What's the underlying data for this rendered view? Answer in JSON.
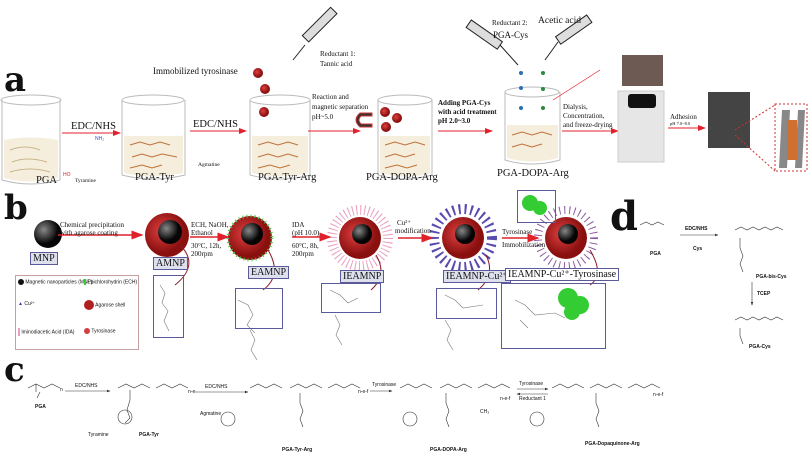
{
  "panel_letters": {
    "a": "a",
    "b": "b",
    "c": "c",
    "d": "d"
  },
  "panel_a": {
    "beakers": [
      "PGA",
      "PGA-Tyr",
      "PGA-Tyr-Arg",
      "PGA-DOPA-Arg",
      "PGA-DOPA-Arg"
    ],
    "step1": {
      "reagent": "EDC/NHS",
      "molecule": "Tyramine",
      "oh": "HO",
      "nh2": "NH₂"
    },
    "step2": {
      "reagent": "EDC/NHS",
      "molecule": "Agmatine"
    },
    "immobilized": "Immobilized tyrosinase",
    "reductant1": [
      "Reductant 1:",
      "Tannic acid"
    ],
    "step3": [
      "Reaction and",
      "magnetic separation",
      "pH~5.0"
    ],
    "reductant2": [
      "Reductant 2:",
      "PGA-Cys"
    ],
    "acetic": "Acetic acid",
    "step4": [
      "Adding PGA-Cys",
      "with acid treatment",
      "pH 2.0~3.0"
    ],
    "step5": [
      "Dialysis,",
      "Concentration,",
      "and freeze-drying"
    ],
    "step6": {
      "label": "Adhesion",
      "ph": "pH 7.0~8.0"
    }
  },
  "panel_b": {
    "step1": [
      "Chemical precipitation",
      "with agarose coating"
    ],
    "step2": [
      "ECH, NaOH,",
      "Ethanol",
      "30°C, 12h,",
      "200rpm"
    ],
    "step3": [
      "IDA",
      "(pH 10.0)",
      "60°C, 8h,",
      "200rpm"
    ],
    "step4": [
      "Cu²⁺",
      "modification"
    ],
    "step5": [
      "Tyrosinase",
      "Immobilization"
    ],
    "particles": [
      "MNP",
      "AMNP",
      "EAMNP",
      "IEAMNP",
      "IEAMNP-Cu²⁺",
      "IEAMNP-Cu²⁺-Tyrosinase"
    ],
    "legend": [
      {
        "label": "Magnetic nanoparticles (MNP)"
      },
      {
        "label": "Epichlorohydrin (ECH)"
      },
      {
        "label": "Cu²⁺"
      },
      {
        "label": "Agarose shell"
      },
      {
        "label": "Iminodiacetic Acid (IDA)"
      },
      {
        "label": "Tyrosinase"
      }
    ]
  },
  "panel_c": {
    "compounds": [
      "PGA",
      "Tyramine",
      "PGA-Tyr",
      "Agmatine",
      "PGA-Tyr-Arg",
      "PGA-DOPA-Arg",
      "PGA-Dopaquinone-Arg"
    ],
    "arrows": [
      "EDC/NHS",
      "EDC/NHS",
      "Tyrosinase",
      "Tyrosinase",
      "Reductant 1"
    ],
    "subscripts": [
      "n",
      "n-e",
      "n-e-f",
      "n-e-f",
      "n-e-f"
    ],
    "ch3": "CH₃"
  },
  "panel_d": {
    "compounds": [
      "PGA",
      "Cys",
      "PGA-bis-Cys",
      "PGA-Cys"
    ],
    "arrows": [
      "EDC/NHS",
      "TCEP"
    ]
  },
  "colors": {
    "arrow": "#e0202a",
    "shell": "#c0282a",
    "frame": "#5a5a9a",
    "amine": "#3a4fd0",
    "oxygen": "#e02020",
    "protein": "#2ec02e"
  }
}
